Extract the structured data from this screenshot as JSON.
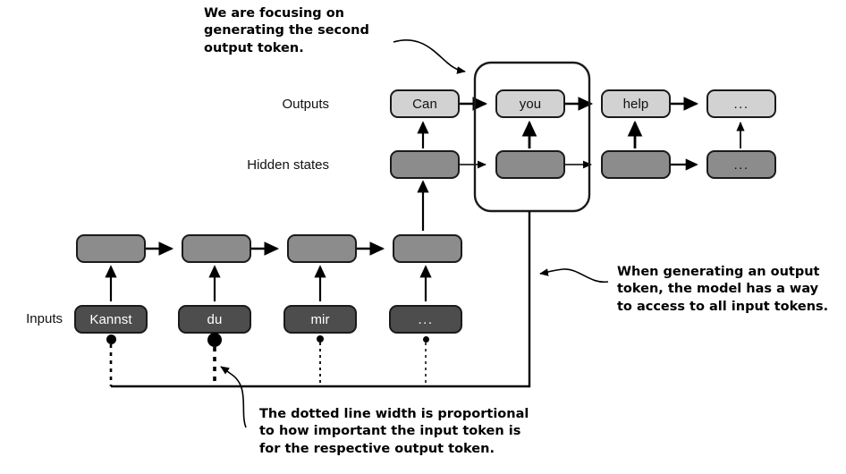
{
  "diagram": {
    "title": "seq2seq attention mechanism",
    "colors": {
      "output_box": "#d2d2d2",
      "hidden_box": "#8c8c8c",
      "input_box": "#4d4d4d",
      "stroke": "#1a1a1a",
      "background": "#ffffff"
    },
    "row_labels": {
      "outputs": "Outputs",
      "hidden_states": "Hidden states",
      "inputs": "Inputs"
    },
    "outputs": [
      {
        "label": "Can"
      },
      {
        "label": "you"
      },
      {
        "label": "help"
      },
      {
        "label": "..."
      }
    ],
    "decoder_hidden": [
      {
        "label": ""
      },
      {
        "label": ""
      },
      {
        "label": ""
      },
      {
        "label": "..."
      }
    ],
    "encoder_hidden": [
      {
        "label": ""
      },
      {
        "label": ""
      },
      {
        "label": ""
      },
      {
        "label": ""
      }
    ],
    "inputs": [
      {
        "label": "Kannst"
      },
      {
        "label": "du"
      },
      {
        "label": "mir"
      },
      {
        "label": "..."
      }
    ],
    "attention": [
      {
        "token": "Kannst",
        "dot_size": 11,
        "line_width": 2.6
      },
      {
        "token": "du",
        "dot_size": 16,
        "line_width": 3.6
      },
      {
        "token": "mir",
        "dot_size": 8,
        "line_width": 1.8
      },
      {
        "token": "...",
        "dot_size": 7,
        "line_width": 1.5
      }
    ],
    "annotations": {
      "top": "We are focusing on\ngenerating the second\noutput token.",
      "right": "When generating an output\ntoken, the model has a way\nto access to all input tokens.",
      "bottom": "The dotted line width is proportional\nto how important the input token is\nfor the respective output token."
    },
    "highlight": {
      "name": "focused-timestep-highlight"
    }
  }
}
